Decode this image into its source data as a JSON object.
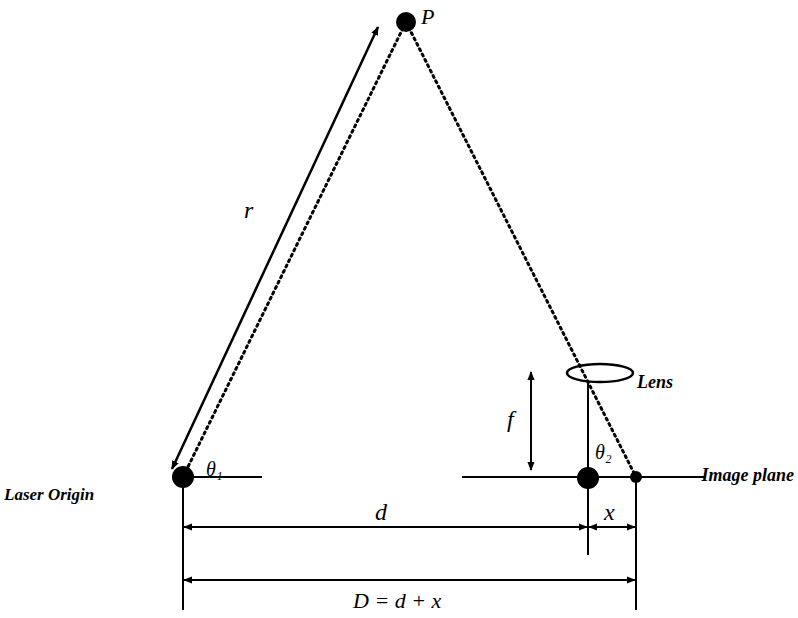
{
  "diagram": {
    "labels": [
      "P",
      "r",
      "θ₁",
      "Lens",
      "f",
      "θ₂",
      "Image plane",
      "Laser Origin",
      "d",
      "x",
      "D = d + x"
    ]
  }
}
